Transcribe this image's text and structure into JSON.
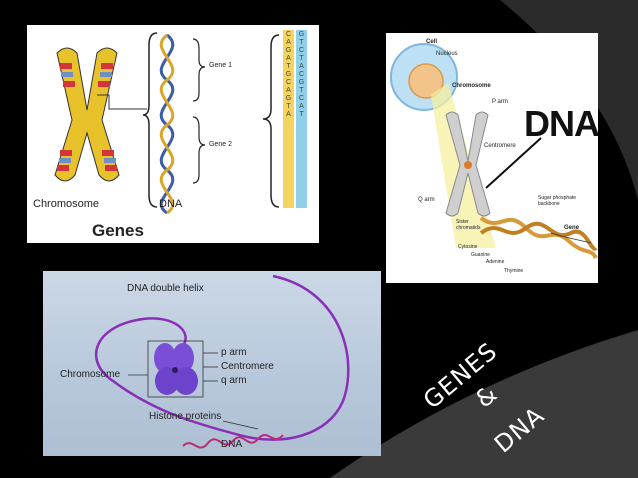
{
  "slide": {
    "title_line1": "GENES",
    "title_line2": "&",
    "title_line3": "DNA",
    "background_color": "#000000",
    "accent_color": "#2b2b2b"
  },
  "genes_panel": {
    "chromosome_label": "Chromosome",
    "dna_label": "DNA",
    "gene1_label": "Gene 1",
    "gene2_label": "Gene 2",
    "caption": "Genes",
    "base_letters": [
      "C",
      "G",
      "A",
      "T",
      "G",
      "C",
      "A",
      "T",
      "T",
      "A",
      "G",
      "C",
      "C",
      "G",
      "A",
      "T",
      "G",
      "C",
      "T",
      "A",
      "A",
      "T"
    ]
  },
  "dna_panel": {
    "cell_label": "Cell",
    "nucleus_label": "Nucleus",
    "chromosome_label": "Chromosome",
    "p_arm_label": "P arm",
    "centromere_label": "Centromere",
    "q_arm_label": "Q arm",
    "sister_chromatids_label": "Sister chromatids",
    "cytosine_label": "Cytosine",
    "guanine_label": "Guanine",
    "adenine_label": "Adenine",
    "thymine_label": "Thymine",
    "sugar_phosphate_label": "Sugar phosphate backbone",
    "gene_label": "Gene",
    "big_title": "DNA"
  },
  "helix_panel": {
    "dna_double_helix_label": "DNA double helix",
    "p_arm_label": "p arm",
    "centromere_label": "Centromere",
    "q_arm_label": "q arm",
    "chromosome_label": "Chromosome",
    "histone_label": "Histone proteins",
    "dna_label": "DNA"
  }
}
